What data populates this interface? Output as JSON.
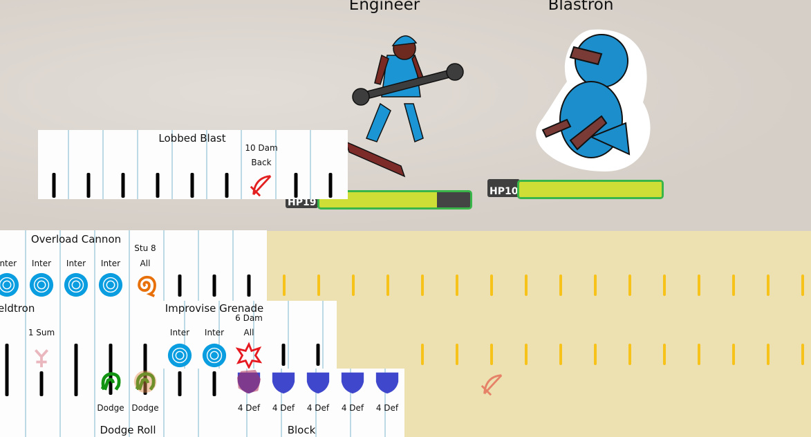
{
  "colors": {
    "inter": "#0a9de0",
    "track_tick": "#f7c21a",
    "hp_fill": "#cfdd37",
    "hp_border": "#3ab54a"
  },
  "units": [
    {
      "name": "Engineer",
      "hp_label": "HP19",
      "hp_fraction": 0.78
    },
    {
      "name": "Blastron",
      "hp_label": "HP10",
      "hp_fraction": 1.0
    }
  ],
  "cards": {
    "lobbed": {
      "title": "Lobbed Blast",
      "slots": [
        {
          "t": "tick"
        },
        {
          "t": "tick"
        },
        {
          "t": "tick"
        },
        {
          "t": "tick"
        },
        {
          "t": "tick"
        },
        {
          "t": "tick"
        },
        {
          "t": "bow",
          "l1": "10 Dam",
          "l2": "Back",
          "icon": "bow-icon"
        },
        {
          "t": "tick"
        },
        {
          "t": "tick"
        }
      ]
    },
    "overload": {
      "title": "Overload Cannon",
      "slots": [
        {
          "t": "inter",
          "l2": "Inter",
          "icon": "target-icon"
        },
        {
          "t": "inter",
          "l2": "Inter",
          "icon": "target-icon"
        },
        {
          "t": "inter",
          "l2": "Inter",
          "icon": "target-icon"
        },
        {
          "t": "inter",
          "l2": "Inter",
          "icon": "target-icon"
        },
        {
          "t": "spiral",
          "l1": "Stu 8",
          "l2": "All",
          "icon": "stun-spiral-icon"
        },
        {
          "t": "tick"
        },
        {
          "t": "tick"
        },
        {
          "t": "tick"
        }
      ]
    },
    "feldtron": {
      "title": "eldtron",
      "slots": [
        {
          "t": "tick"
        },
        {
          "t": "summon",
          "l2": "1 Sum",
          "icon": "summon-icon"
        },
        {
          "t": "tick"
        },
        {
          "t": "tick"
        },
        {
          "t": "tick"
        }
      ]
    },
    "grenade": {
      "title": "Improvise Grenade",
      "slots": [
        {
          "t": "inter",
          "l2": "Inter",
          "icon": "target-icon"
        },
        {
          "t": "inter",
          "l2": "Inter",
          "icon": "target-icon"
        },
        {
          "t": "star",
          "l1": "6 Dam",
          "l2": "All",
          "icon": "explosion-icon"
        },
        {
          "t": "tick"
        },
        {
          "t": "tick"
        }
      ]
    },
    "dodge": {
      "title": "Dodge Roll",
      "slots": [
        {
          "t": "tick"
        },
        {
          "t": "tick"
        },
        {
          "t": "tick"
        },
        {
          "t": "dodge",
          "l2": "Dodge",
          "icon": "dodge-icon"
        },
        {
          "t": "dodgeh",
          "l2": "Dodge",
          "icon": "dodge-icon"
        },
        {
          "t": "tick"
        },
        {
          "t": "tick"
        }
      ]
    },
    "block": {
      "title": "Block",
      "slots": [
        {
          "t": "shieldh",
          "l2": "4 Def",
          "icon": "shield-icon"
        },
        {
          "t": "shield",
          "l2": "4 Def",
          "icon": "shield-icon"
        },
        {
          "t": "shield",
          "l2": "4 Def",
          "icon": "shield-icon"
        },
        {
          "t": "shield",
          "l2": "4 Def",
          "icon": "shield-icon"
        },
        {
          "t": "shield",
          "l2": "4 Def",
          "icon": "shield-icon"
        }
      ]
    }
  }
}
